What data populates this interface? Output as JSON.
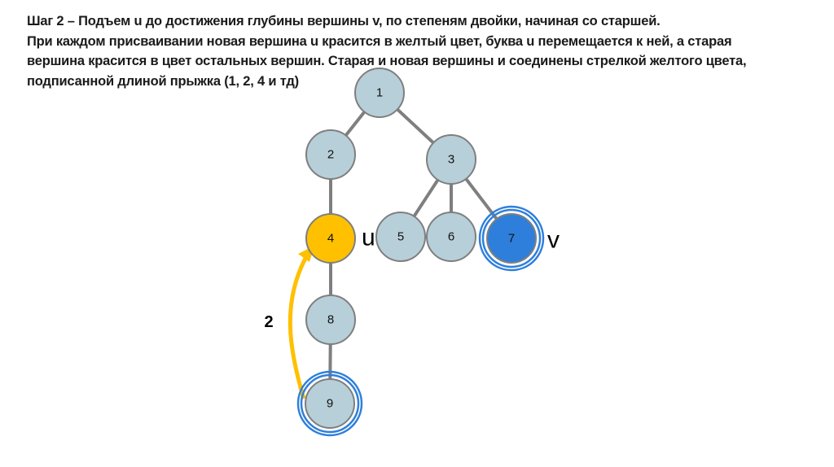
{
  "slide": {
    "lines": [
      "Шаг 2 – Подъем u до достижения глубины вершины v, по степеням двойки, начиная со старшей.",
      "При каждом присваивании новая вершина u красится в желтый цвет, буква u перемещается к ней, а старая",
      "вершина красится в цвет остальных вершин. Старая и новая вершины и соединены стрелкой желтого цвета,",
      "подписанной длиной прыжка (1, 2, 4 и тд)"
    ]
  },
  "tree": {
    "nodes": [
      {
        "label": "1",
        "state": "normal"
      },
      {
        "label": "2",
        "state": "normal"
      },
      {
        "label": "3",
        "state": "normal"
      },
      {
        "label": "4",
        "state": "current-u"
      },
      {
        "label": "5",
        "state": "normal"
      },
      {
        "label": "6",
        "state": "normal"
      },
      {
        "label": "7",
        "state": "target-v"
      },
      {
        "label": "8",
        "state": "normal"
      },
      {
        "label": "9",
        "state": "previous"
      }
    ],
    "edges": [
      [
        "1",
        "2"
      ],
      [
        "1",
        "3"
      ],
      [
        "2",
        "4"
      ],
      [
        "3",
        "5"
      ],
      [
        "3",
        "6"
      ],
      [
        "3",
        "7"
      ],
      [
        "4",
        "8"
      ],
      [
        "8",
        "9"
      ]
    ],
    "u_label": "u",
    "v_label": "v",
    "jump_label": "2",
    "colors": {
      "node": "#b7cfd9",
      "node_border": "#7f7f7f",
      "u": "#ffc000",
      "v": "#2e7fdb",
      "ring": "#2e7fdb",
      "edge": "#7f7f7f",
      "arrow": "#ffc000"
    }
  }
}
